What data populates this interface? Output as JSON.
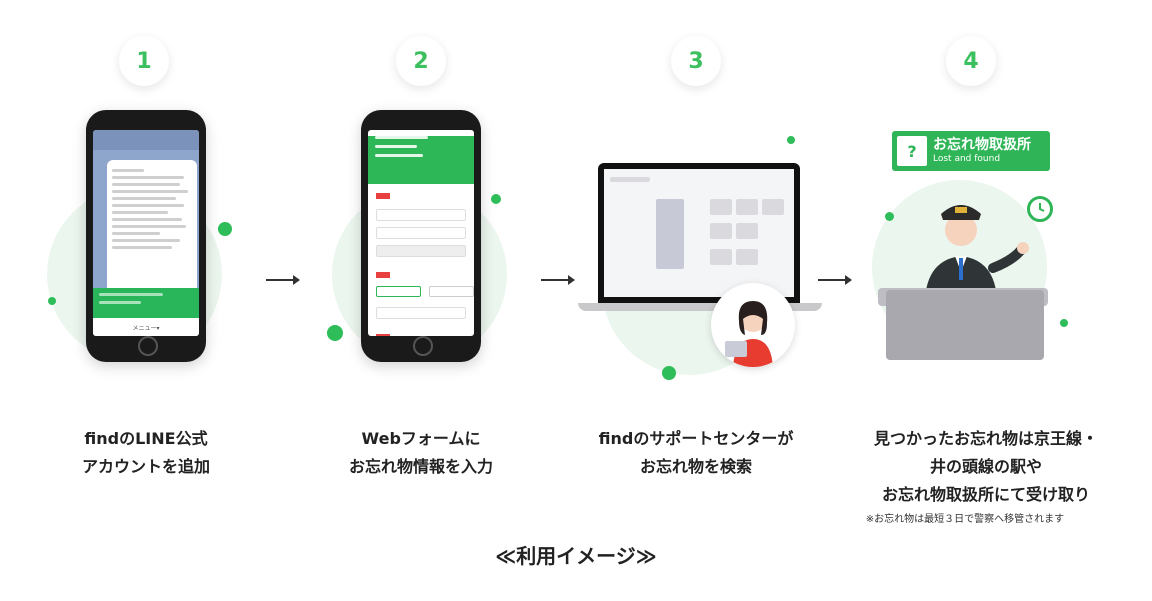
{
  "steps": [
    {
      "number": "1",
      "caption_line1": "findのLINE公式",
      "caption_line2": "アカウントを追加"
    },
    {
      "number": "2",
      "caption_line1": "Webフォームに",
      "caption_line2": "お忘れ物情報を入力"
    },
    {
      "number": "3",
      "caption_line1": "findのサポートセンターが",
      "caption_line2": "お忘れ物を検索"
    },
    {
      "number": "4",
      "caption_line1": "見つかったお忘れ物は京王線・",
      "caption_line2": "井の頭線の駅や",
      "caption_line3": "お忘れ物取扱所にて受け取り"
    }
  ],
  "step1_screen": {
    "menu_label": "メニュー▾"
  },
  "step4_sign": {
    "title": "お忘れ物取扱所",
    "subtitle": "Lost and found",
    "icon_glyph": "?"
  },
  "note": "※お忘れ物は最短３日で警察へ移管されます",
  "footer_title": "≪利用イメージ≫",
  "colors": {
    "accent": "#2ebd59",
    "halo": "#ebf6ee",
    "text": "#222222"
  }
}
